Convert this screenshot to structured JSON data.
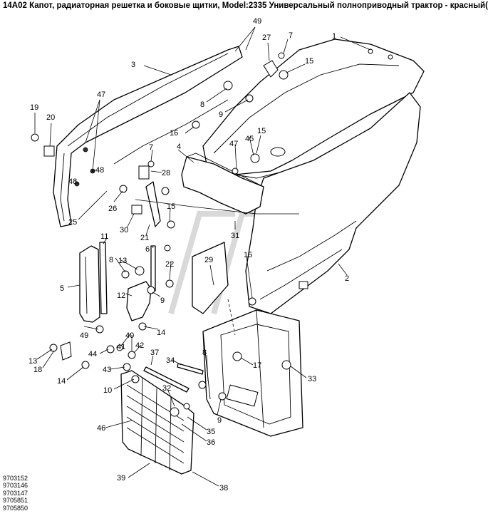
{
  "title": "14A02 Капот, радиаторная решетка и боковые щитки, Model:2335 Универсальный полноприводный трактор - красный(",
  "callouts": [
    {
      "id": "c1",
      "text": "1"
    },
    {
      "id": "c2",
      "text": "2"
    },
    {
      "id": "c3",
      "text": "3"
    },
    {
      "id": "c4",
      "text": "4"
    },
    {
      "id": "c5",
      "text": "5"
    },
    {
      "id": "c6",
      "text": "6"
    },
    {
      "id": "c7a",
      "text": "7"
    },
    {
      "id": "c7b",
      "text": "7"
    },
    {
      "id": "c8a",
      "text": "8"
    },
    {
      "id": "c8b",
      "text": "8"
    },
    {
      "id": "c8c",
      "text": "8"
    },
    {
      "id": "c9a",
      "text": "9"
    },
    {
      "id": "c9b",
      "text": "9"
    },
    {
      "id": "c9c",
      "text": "9"
    },
    {
      "id": "c10",
      "text": "10"
    },
    {
      "id": "c11",
      "text": "11"
    },
    {
      "id": "c12",
      "text": "12"
    },
    {
      "id": "c13a",
      "text": "13"
    },
    {
      "id": "c13b",
      "text": "13"
    },
    {
      "id": "c14a",
      "text": "14"
    },
    {
      "id": "c14b",
      "text": "14"
    },
    {
      "id": "c15a",
      "text": "15"
    },
    {
      "id": "c15b",
      "text": "15"
    },
    {
      "id": "c15c",
      "text": "15"
    },
    {
      "id": "c15d",
      "text": "15"
    },
    {
      "id": "c16",
      "text": "16"
    },
    {
      "id": "c17",
      "text": "17"
    },
    {
      "id": "c18",
      "text": "18"
    },
    {
      "id": "c19",
      "text": "19"
    },
    {
      "id": "c20",
      "text": "20"
    },
    {
      "id": "c21",
      "text": "21"
    },
    {
      "id": "c22",
      "text": "22"
    },
    {
      "id": "c25",
      "text": "25"
    },
    {
      "id": "c26",
      "text": "26"
    },
    {
      "id": "c27",
      "text": "27"
    },
    {
      "id": "c28",
      "text": "28"
    },
    {
      "id": "c29",
      "text": "29"
    },
    {
      "id": "c30",
      "text": "30"
    },
    {
      "id": "c31",
      "text": "31"
    },
    {
      "id": "c32",
      "text": "32"
    },
    {
      "id": "c33",
      "text": "33"
    },
    {
      "id": "c34",
      "text": "34"
    },
    {
      "id": "c35",
      "text": "35"
    },
    {
      "id": "c36",
      "text": "36"
    },
    {
      "id": "c37",
      "text": "37"
    },
    {
      "id": "c38",
      "text": "38"
    },
    {
      "id": "c39",
      "text": "39"
    },
    {
      "id": "c40",
      "text": "40"
    },
    {
      "id": "c41",
      "text": "41"
    },
    {
      "id": "c42",
      "text": "42"
    },
    {
      "id": "c43",
      "text": "43"
    },
    {
      "id": "c44",
      "text": "44"
    },
    {
      "id": "c45",
      "text": "45"
    },
    {
      "id": "c46",
      "text": "46"
    },
    {
      "id": "c47a",
      "text": "47"
    },
    {
      "id": "c47b",
      "text": "47"
    },
    {
      "id": "c48a",
      "text": "48"
    },
    {
      "id": "c48b",
      "text": "48"
    },
    {
      "id": "c49a",
      "text": "49"
    },
    {
      "id": "c49b",
      "text": "49"
    }
  ],
  "part_codes": [
    "9703152",
    "9703146",
    "9703147",
    "9705851",
    "9705850"
  ]
}
